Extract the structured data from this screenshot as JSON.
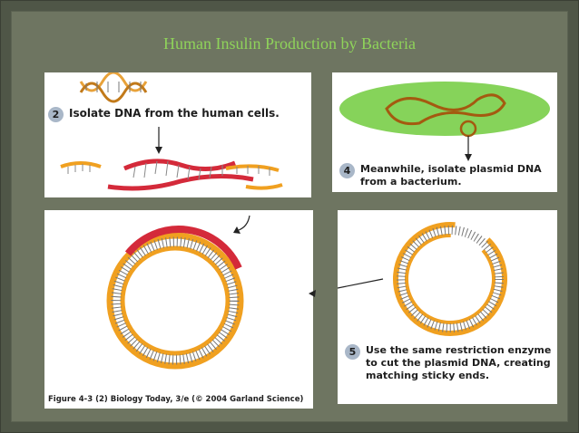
{
  "slide": {
    "title": "Human Insulin Production by Bacteria"
  },
  "panels": {
    "step2": {
      "number": "2",
      "text": "Isolate DNA from the human cells."
    },
    "step4": {
      "number": "4",
      "line1": "Meanwhile, isolate plasmid DNA",
      "line2": "from a bacterium."
    },
    "step5": {
      "number": "5",
      "line1": "Use the same restriction enzyme",
      "line2": "to cut the plasmid DNA, creating",
      "line3": "matching sticky ends."
    },
    "figure_caption": "Figure 4-3 (2)  Biology Today, 3/e (© 2004 Garland Science)"
  },
  "colors": {
    "title": "#8fd35a",
    "dna_orange": "#f0a020",
    "insert_red": "#d42a3a",
    "bacterium_green": "#86d35a",
    "background": "#6e7561"
  }
}
